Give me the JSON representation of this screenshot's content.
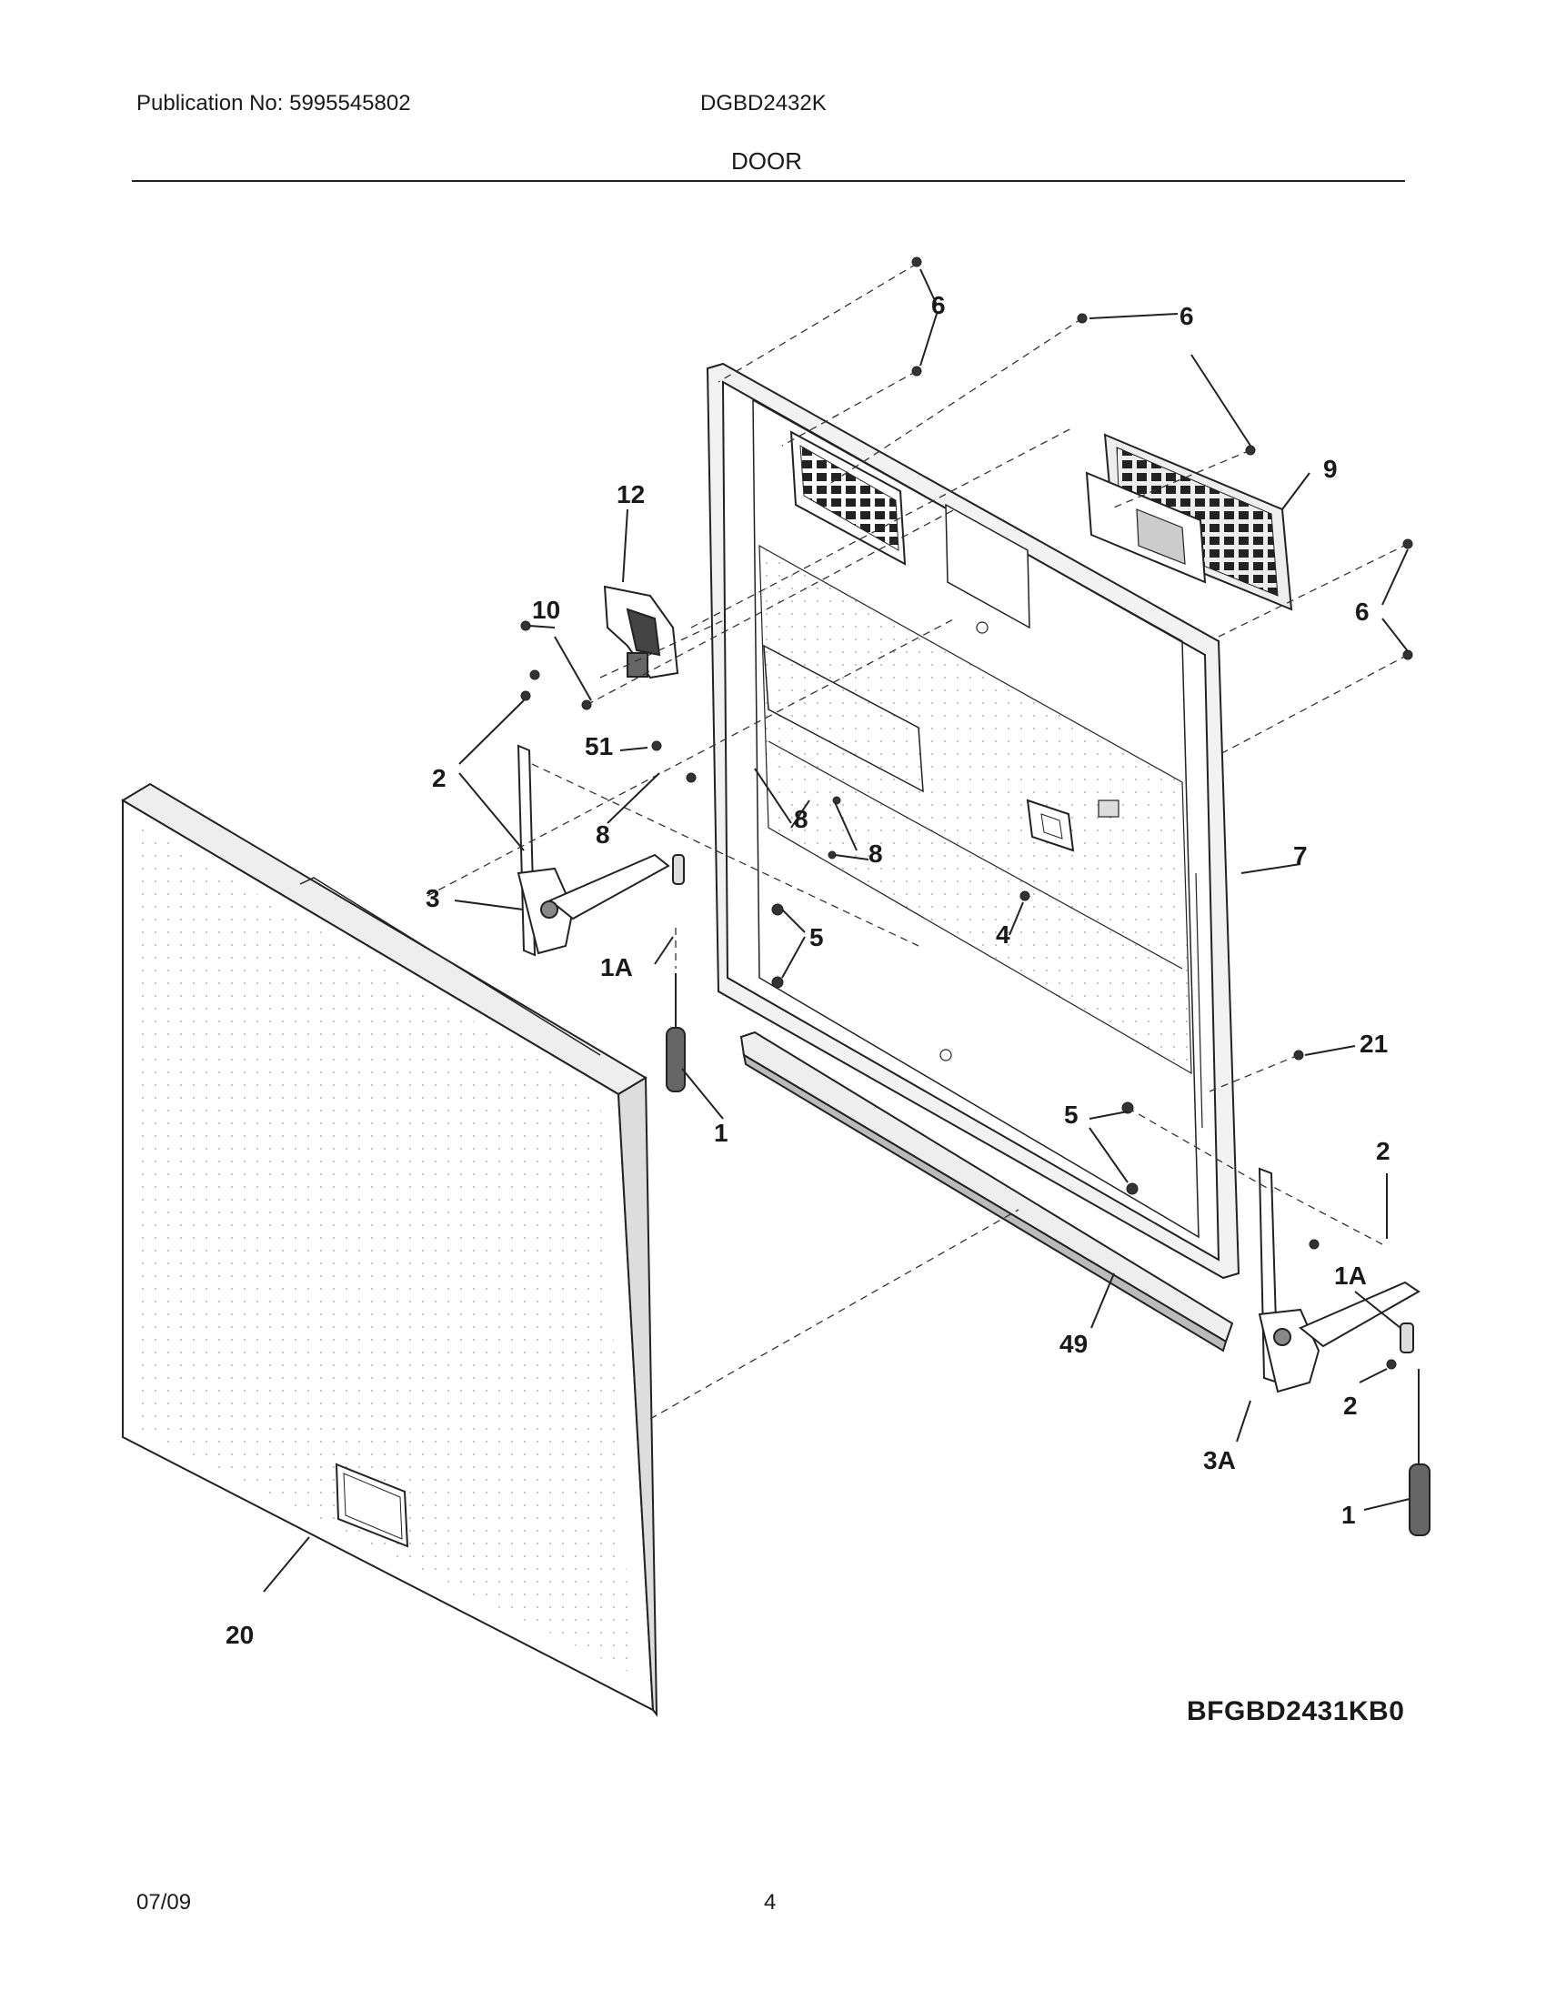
{
  "header": {
    "publication": "Publication No: 5995545802",
    "model": "DGBD2432K",
    "section": "DOOR"
  },
  "callouts": {
    "c6a": "6",
    "c6b": "6",
    "c6c": "6",
    "c9": "9",
    "c12": "12",
    "c10": "10",
    "c51": "51",
    "c2a": "2",
    "c8a": "8",
    "c8b": "8",
    "c8c": "8",
    "c3": "3",
    "c1a_left": "1A",
    "c5a": "5",
    "c4": "4",
    "c7": "7",
    "c1_left": "1",
    "c21": "21",
    "c5b": "5",
    "c2b": "2",
    "c1a_right": "1A",
    "c49": "49",
    "c2c": "2",
    "c3a": "3A",
    "c1_right": "1",
    "c20": "20"
  },
  "diagram_code": "BFGBD2431KB0",
  "footer": {
    "date": "07/09",
    "page": "4"
  }
}
